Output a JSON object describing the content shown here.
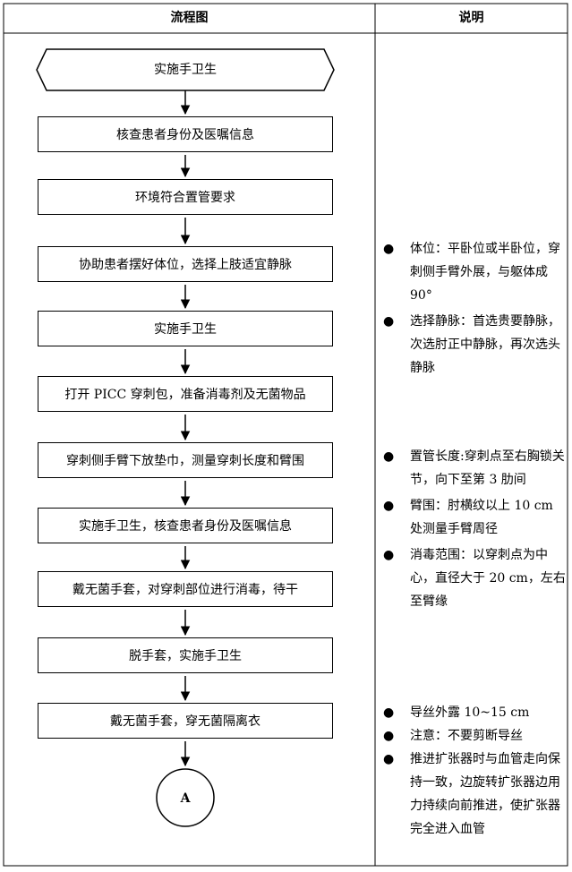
{
  "header": {
    "col1": "流程图",
    "col2": "说明"
  },
  "steps": [
    "实施手卫生",
    "核查患者身份及医嘱信息",
    "环境符合置管要求",
    "协助患者摆好体位，选择上肢适宜静脉",
    "实施手卫生",
    "打开 PICC 穿刺包，准备消毒剂及无菌物品",
    "穿刺侧手臂下放垫巾，测量穿刺长度和臂围",
    "实施手卫生，核查患者身份及医嘱信息",
    "戴无菌手套，对穿刺部位进行消毒，待干",
    "脱手套，实施手卫生",
    "戴无菌手套，穿无菌隔离衣"
  ],
  "connector": "A",
  "notes": [
    "体位：平卧位或半卧位，穿刺侧手臂外展，与躯体成 90°",
    "选择静脉：首选贵要静脉，次选肘正中静脉，再次选头静脉",
    "置管长度:穿刺点至右胸锁关节，向下至第 3 肋间",
    "臂围：肘横纹以上 10 cm 处测量手臂周径",
    "消毒范围：以穿刺点为中心，直径大于 20 cm，左右至臂缘",
    "导丝外露 10~15 cm",
    "注意：不要剪断导丝",
    "推进扩张器时与血管走向保持一致，边旋转扩张器边用力持续向前推进，使扩张器完全进入血管"
  ],
  "bullet": "●"
}
